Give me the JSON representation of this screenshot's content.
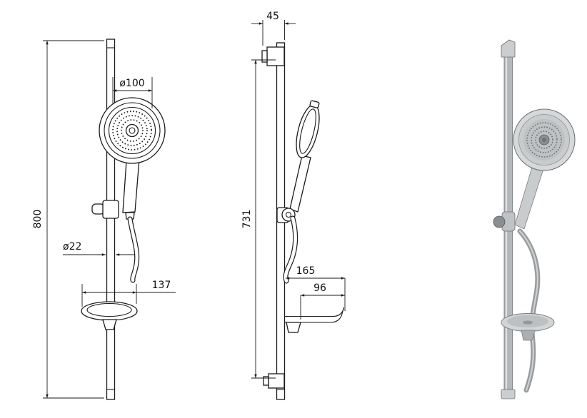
{
  "drawing": {
    "dimensions": {
      "overall_height": "800",
      "head_diameter": "ø100",
      "bar_diameter": "ø22",
      "dish_width": "137",
      "wall_offset": "45",
      "rail_length": "731",
      "dish_reach": "165",
      "dish_depth": "96"
    },
    "colors": {
      "line": "#1a1a1a",
      "background": "#ffffff",
      "render_light": "#d6d8d9",
      "render_mid": "#b4b7b9",
      "render_dark": "#8b8e90"
    }
  }
}
